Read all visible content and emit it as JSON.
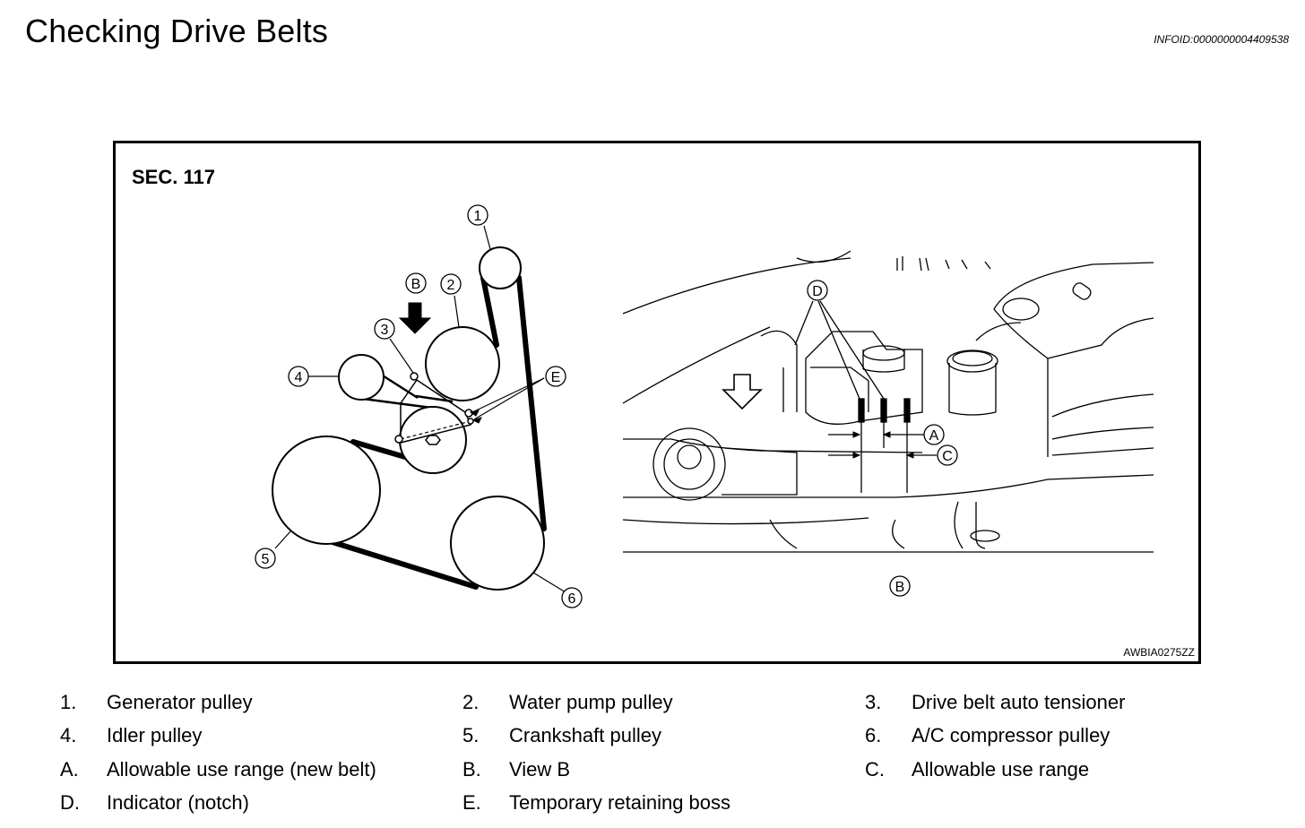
{
  "page": {
    "title": "Checking Drive Belts",
    "info_id": "INFOID:0000000004409538"
  },
  "figure": {
    "section_label": "SEC. 117",
    "code": "AWBIA0275ZZ",
    "callouts": {
      "c1": "1",
      "c2": "2",
      "c3": "3",
      "c4": "4",
      "c5": "5",
      "c6": "6",
      "cB_top": "B",
      "cE": "E",
      "cD": "D",
      "cA": "A",
      "cC": "C",
      "cB_bottom": "B"
    }
  },
  "legend": [
    {
      "key": "1.",
      "text": "Generator pulley"
    },
    {
      "key": "2.",
      "text": "Water pump pulley"
    },
    {
      "key": "3.",
      "text": "Drive belt auto tensioner"
    },
    {
      "key": "4.",
      "text": "Idler pulley"
    },
    {
      "key": "5.",
      "text": "Crankshaft pulley"
    },
    {
      "key": "6.",
      "text": "A/C compressor pulley"
    },
    {
      "key": "A.",
      "text": "Allowable use range (new belt)"
    },
    {
      "key": "B.",
      "text": "View B"
    },
    {
      "key": "C.",
      "text": "Allowable use range"
    },
    {
      "key": "D.",
      "text": "Indicator (notch)"
    },
    {
      "key": "E.",
      "text": "Temporary retaining boss"
    }
  ]
}
